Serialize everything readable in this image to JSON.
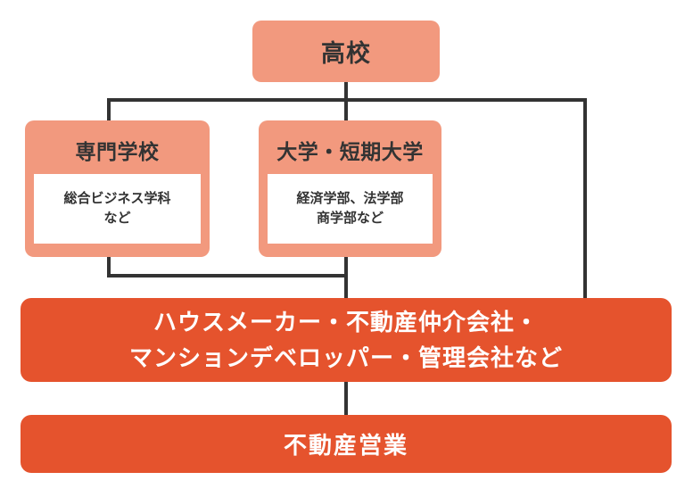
{
  "colors": {
    "salmon": "#F2997E",
    "orange": "#E5532D",
    "line": "#333333",
    "ink": "#333333",
    "text_light": "#FFFFFF",
    "inner_bg": "#FFFFFF"
  },
  "nodes": {
    "highschool": {
      "label": "高校"
    },
    "vocational": {
      "label": "専門学校",
      "details": [
        "総合ビジネス学科",
        "など"
      ]
    },
    "university": {
      "label": "大学・短期大学",
      "details": [
        "経済学部、法学部",
        "商学部など"
      ]
    },
    "companies": {
      "lines": [
        "ハウスメーカー・不動産仲介会社・",
        "マンションデベロッパー・管理会社など"
      ]
    },
    "career": {
      "label": "不動産営業"
    }
  }
}
